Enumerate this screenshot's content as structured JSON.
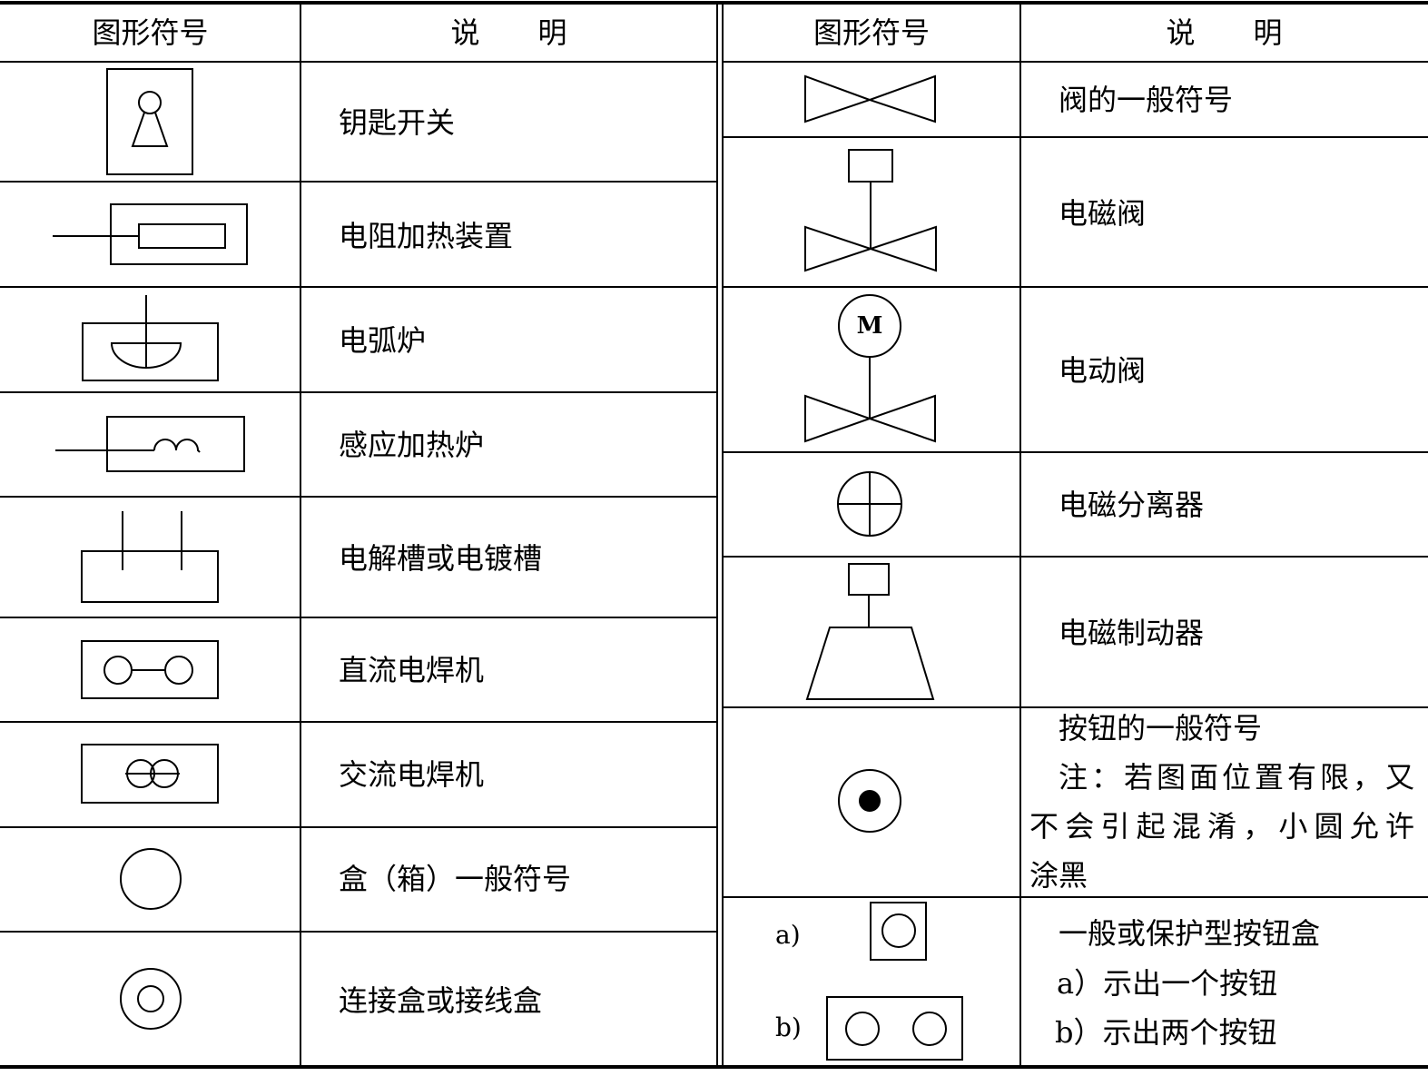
{
  "headers": {
    "left_symbol": "图形符号",
    "left_desc": "说　　明",
    "right_symbol": "图形符号",
    "right_desc": "说　　明"
  },
  "left_rows": [
    {
      "icon": "key-switch-icon",
      "desc": "钥匙开关"
    },
    {
      "icon": "resistance-heater-icon",
      "desc": "电阻加热装置"
    },
    {
      "icon": "arc-furnace-icon",
      "desc": "电弧炉"
    },
    {
      "icon": "induction-furnace-icon",
      "desc": "感应加热炉"
    },
    {
      "icon": "electrolytic-cell-icon",
      "desc": "电解槽或电镀槽"
    },
    {
      "icon": "dc-welder-icon",
      "desc": "直流电焊机"
    },
    {
      "icon": "ac-welder-icon",
      "desc": "交流电焊机"
    },
    {
      "icon": "box-icon",
      "desc": "盒（箱）一般符号"
    },
    {
      "icon": "junction-box-icon",
      "desc": "连接盒或接线盒"
    }
  ],
  "right_rows": [
    {
      "icon": "valve-icon",
      "desc": "阀的一般符号"
    },
    {
      "icon": "solenoid-valve-icon",
      "desc": "电磁阀"
    },
    {
      "icon": "motor-valve-icon",
      "motor_label": "M",
      "desc": "电动阀"
    },
    {
      "icon": "magnetic-separator-icon",
      "desc": "电磁分离器"
    },
    {
      "icon": "magnetic-brake-icon",
      "desc": "电磁制动器"
    },
    {
      "icon": "push-button-icon",
      "desc": "按钮的一般符号",
      "note_lines": [
        "注：若图面位置有限，又",
        "不会引起混淆，小圆允许",
        "涂黑"
      ]
    },
    {
      "icon": "button-box-icon",
      "sub_labels": [
        "a)",
        "b)"
      ],
      "desc_lines": [
        "一般或保护型按钮盒",
        "a）示出一个按钮",
        "b）示出两个按钮"
      ]
    }
  ]
}
